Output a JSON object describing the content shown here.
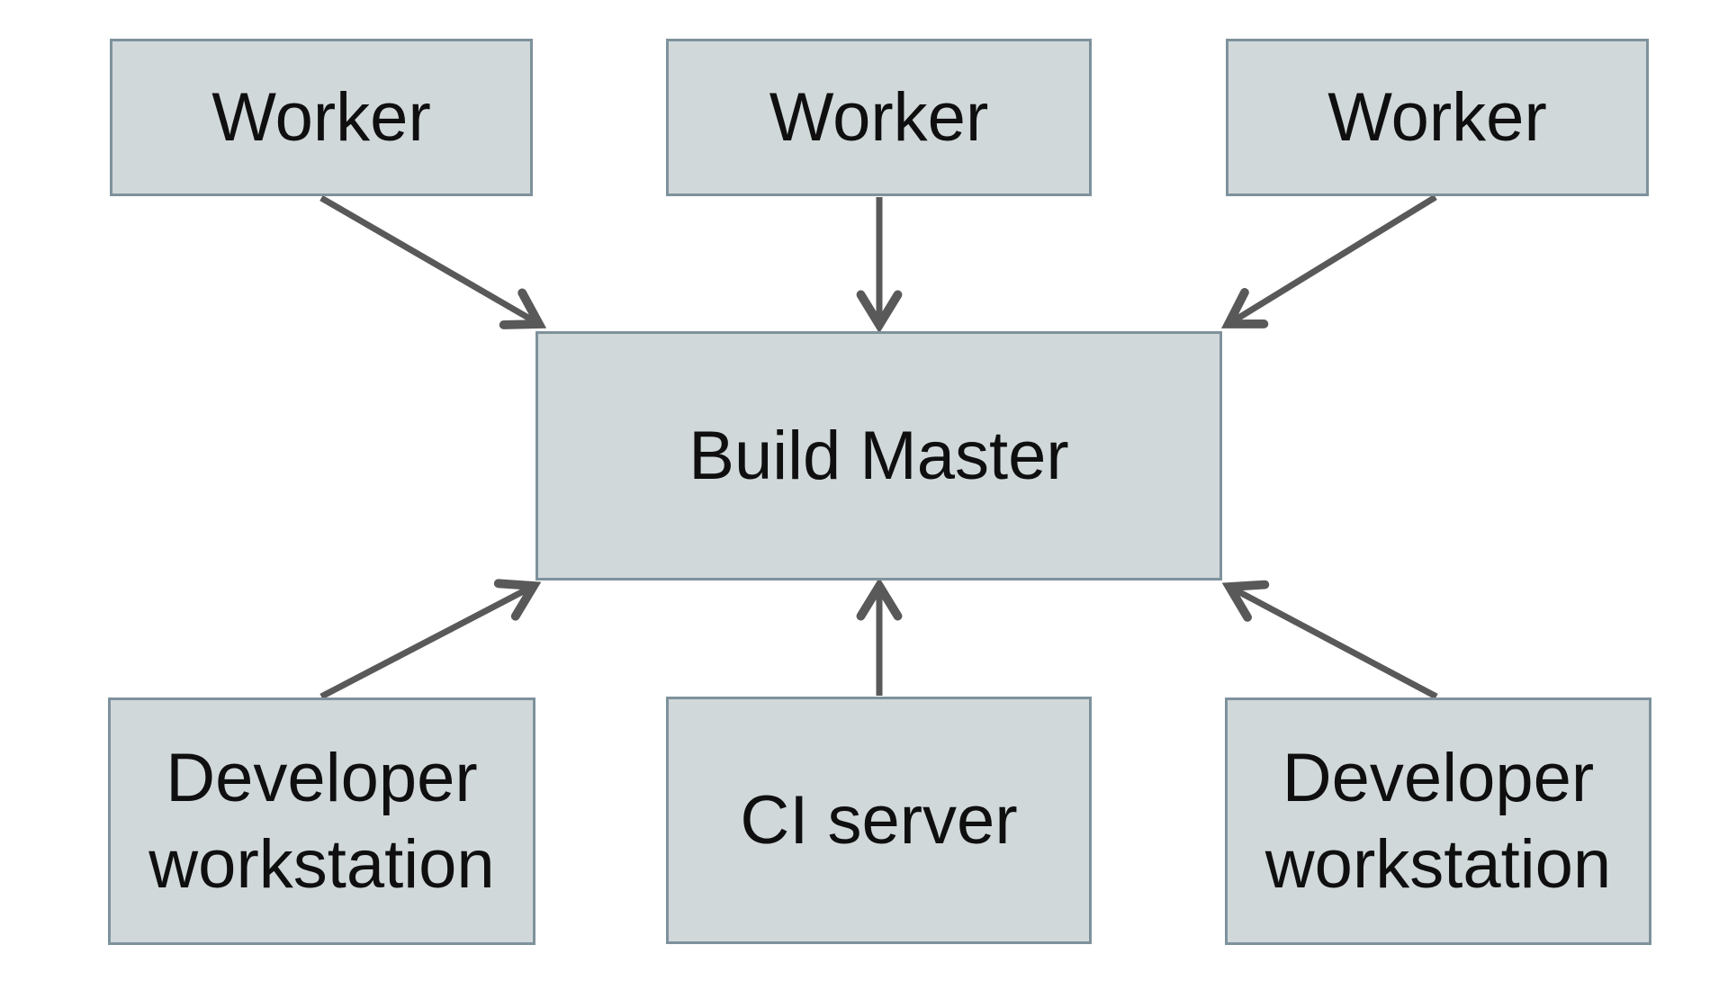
{
  "diagram": {
    "nodes": {
      "worker_1": {
        "label": "Worker"
      },
      "worker_2": {
        "label": "Worker"
      },
      "worker_3": {
        "label": "Worker"
      },
      "build_master": {
        "label": "Build Master"
      },
      "developer_workstation_left": {
        "label": "Developer workstation"
      },
      "ci_server": {
        "label": "CI server"
      },
      "developer_workstation_right": {
        "label": "Developer workstation"
      }
    },
    "edges": [
      {
        "from": "worker_1",
        "to": "build_master"
      },
      {
        "from": "worker_2",
        "to": "build_master"
      },
      {
        "from": "worker_3",
        "to": "build_master"
      },
      {
        "from": "developer_workstation_left",
        "to": "build_master"
      },
      {
        "from": "ci_server",
        "to": "build_master"
      },
      {
        "from": "developer_workstation_right",
        "to": "build_master"
      }
    ],
    "colors": {
      "background": "#ffffff",
      "node_fill": "#d1d8da",
      "node_border": "#7e929c",
      "arrow": "#595959",
      "text": "#0f0f0f"
    }
  }
}
